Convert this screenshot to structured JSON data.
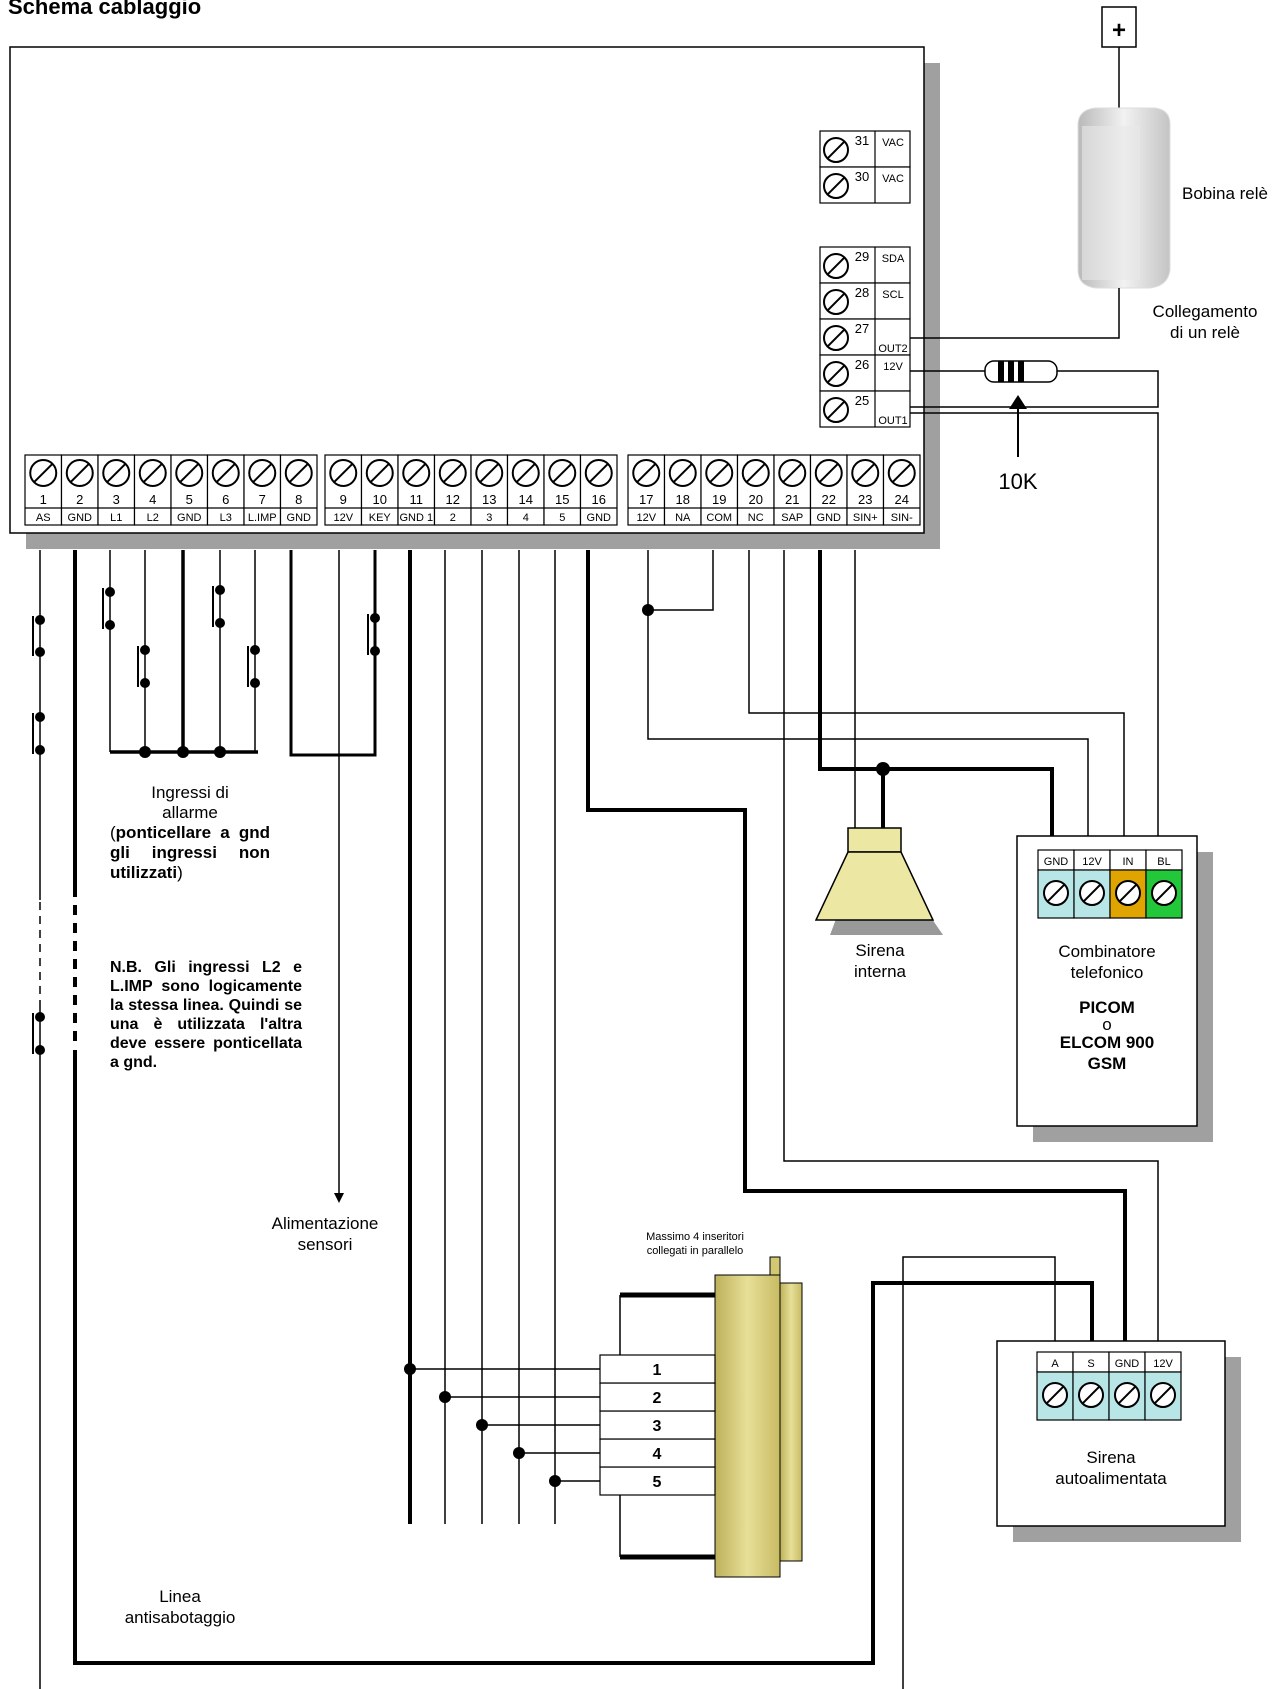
{
  "title": "Schema cablaggio",
  "terminal_strip": {
    "numbers": [
      "1",
      "2",
      "3",
      "4",
      "5",
      "6",
      "7",
      "8",
      "9",
      "10",
      "11",
      "12",
      "13",
      "14",
      "15",
      "16",
      "17",
      "18",
      "19",
      "20",
      "21",
      "22",
      "23",
      "24"
    ],
    "labels": [
      "AS",
      "GND",
      "L1",
      "L2",
      "GND",
      "L3",
      "L.IMP",
      "GND",
      "12V",
      "KEY",
      "GND 1",
      "2",
      "3",
      "4",
      "5",
      "GND",
      "12V",
      "NA",
      "COM",
      "NC",
      "SAP",
      "GND",
      "SIN+",
      "SIN-"
    ]
  },
  "right_terminals": {
    "numbers": [
      "31",
      "30",
      "29",
      "28",
      "27",
      "26",
      "25"
    ],
    "labels": [
      "VAC",
      "VAC",
      "SDA",
      "SCL",
      "OUT2",
      "12V",
      "OUT1"
    ]
  },
  "relay": {
    "plus": "+",
    "coil_label": "Bobina relè",
    "connection_label": [
      "Collegamento",
      "di un relè"
    ]
  },
  "resistor_label": "10K",
  "inputs_caption": {
    "line1": "Ingressi di",
    "line2": "allarme",
    "note_open": "(",
    "note_bold": "ponticellare a gnd gli ingressi non utilizzati",
    "note_close": ")"
  },
  "nb_note": "N.B. Gli ingressi L2 e L.IMP sono logicamente la stessa linea. Quindi se una è utilizzata l'altra deve essere ponticellata a gnd.",
  "sensor_power": [
    "Alimentazione",
    "sensori"
  ],
  "inserters": {
    "caption": [
      "Massimo 4 inseritori",
      "collegati in parallelo"
    ],
    "pins": [
      "5",
      "4",
      "3",
      "2",
      "1"
    ]
  },
  "tamper_line": [
    "Linea",
    "antisabotaggio"
  ],
  "internal_siren": [
    "Sirena",
    "interna"
  ],
  "dialer": {
    "terminals": [
      "GND",
      "12V",
      "IN",
      "BL"
    ],
    "caption": [
      "Combinatore",
      "telefonico"
    ],
    "model1": "PICOM",
    "or": "o",
    "model2": [
      "ELCOM 900",
      "GSM"
    ]
  },
  "self_powered_siren": {
    "terminals": [
      "A",
      "S",
      "GND",
      "12V"
    ],
    "caption": [
      "Sirena",
      "autoalimentata"
    ]
  },
  "colors": {
    "terminal_fill": "#b8e6e6",
    "in_fill": "#e0a400",
    "bl_fill": "#22c83a",
    "shadow": "#a0a0a0",
    "inserter": "#d2c872",
    "siren": "#ece7a2"
  }
}
